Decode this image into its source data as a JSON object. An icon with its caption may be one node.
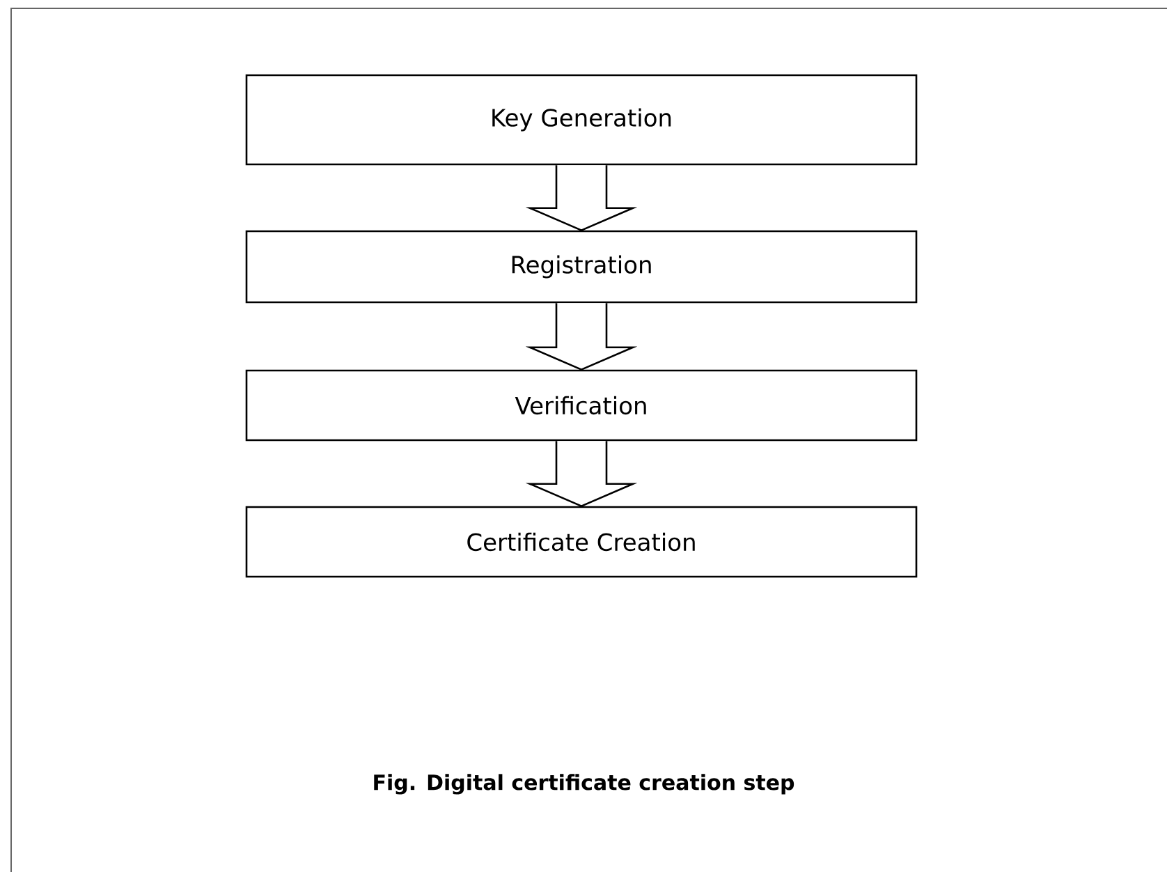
{
  "diagram": {
    "caption": "Fig. Digital certificate creation step",
    "nodes": [
      {
        "text": [
          "Key Generation"
        ]
      },
      {
        "text": [
          "Registration"
        ]
      },
      {
        "text": [
          "Verification"
        ]
      },
      {
        "text": [
          "Certificate Creation"
        ]
      }
    ],
    "edges": [
      {
        "from": 0,
        "to": 1,
        "arrow": "to"
      },
      {
        "from": 1,
        "to": 2,
        "arrow": "to"
      },
      {
        "from": 2,
        "to": 3,
        "arrow": "to"
      }
    ]
  }
}
